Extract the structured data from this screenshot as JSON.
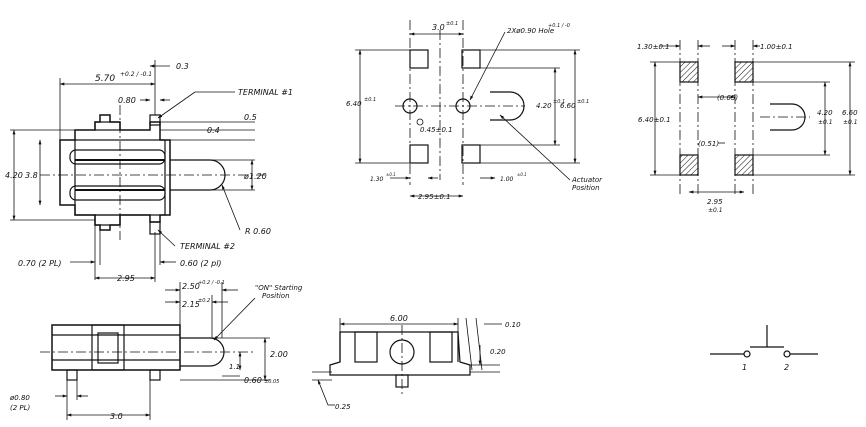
{
  "top_view": {
    "dim_5_70": "5.70",
    "tol_5_70": "+0.2 / -0.1",
    "dim_0_3": "0.3",
    "dim_0_80": "0.80",
    "terminal_1": "TERMINAL #1",
    "dim_0_5": "0.5",
    "dim_0_4": "0.4",
    "dim_4_20": "4.20",
    "dim_3_8": "3.8",
    "dim_phi_1_20": "ø1.20",
    "radius": "R 0.60",
    "terminal_2": "TERMINAL #2",
    "dim_0_70": "0.70 (2 PL)",
    "dim_0_60": "0.60 (2 pl)",
    "dim_2_95": "2.95"
  },
  "pcb_layout": {
    "dim_3_0": "3.0",
    "tol_3_0": "±0.1",
    "hole_note": "2Xø0.90 Hole",
    "hole_tol": "+0.1 / -0",
    "dim_6_40": "6.40",
    "tol_6_40": "±0.1",
    "dim_4_20": "4.20",
    "tol_4_20": "±0.1",
    "dim_6_60": "6.60",
    "tol_6_60": "±0.1",
    "dim_0_45": "0.45±0.1",
    "dim_1_30": "1.30",
    "tol_1_30": "±0.1",
    "dim_1_00": "1.00",
    "tol_1_00": "±0.1",
    "dim_2_95": "2.95±0.1",
    "actuator_line1": "Actuator",
    "actuator_line2": "Position"
  },
  "pad_layout": {
    "dim_1_30": "1.30±0.1",
    "dim_1_00": "1.00±0.1",
    "dim_0_65": "(0.65)",
    "dim_6_40": "6.40±0.1",
    "dim_4_20": "4.20",
    "tol_4_20": "±0.1",
    "dim_6_60": "6.60",
    "tol_6_60": "±0.1",
    "dim_0_51": "(0.51)",
    "dim_2_95": "2.95",
    "tol_2_95": "±0.1"
  },
  "side_view": {
    "dim_2_50": "2.50",
    "tol_2_50": "+0.2 / -0.1",
    "dim_2_15": "2.15",
    "tol_2_15": "±0.2",
    "on_line1": "\"ON\" Starting",
    "on_line2": "Position",
    "dim_2_00": "2.00",
    "dim_1_1": "1.1",
    "dim_0_60": "0.60",
    "tol_0_60": "±0.05",
    "dim_phi_0_80": "ø0.80",
    "dim_2_pl": "(2 PL)",
    "dim_3_0": "3.0"
  },
  "end_view": {
    "dim_6_00": "6.00",
    "dim_0_10": "0.10",
    "dim_0_20": "0.20",
    "dim_0_25": "0.25"
  },
  "schematic": {
    "pin_1": "1",
    "pin_2": "2"
  }
}
